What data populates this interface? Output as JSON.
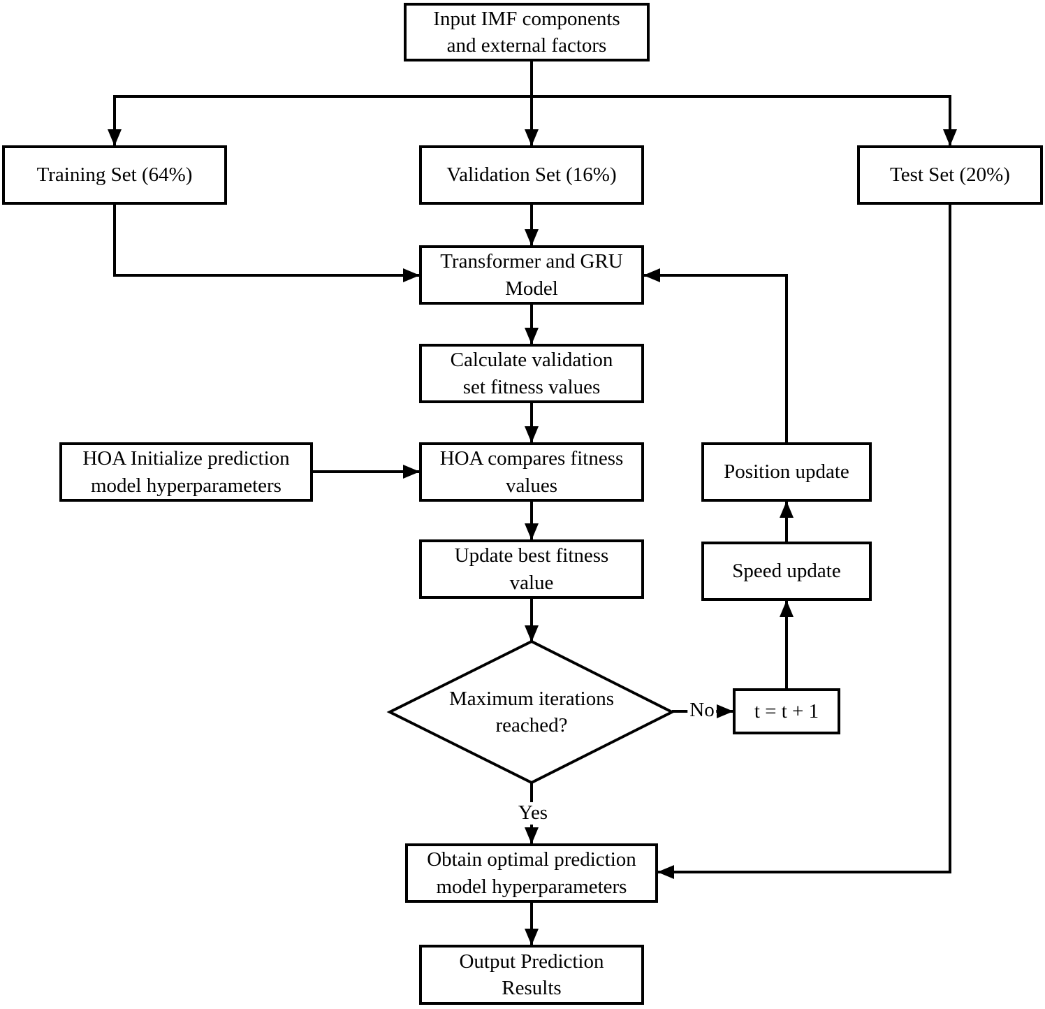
{
  "nodes": {
    "input": {
      "lines": [
        "Input IMF components",
        "and external factors"
      ]
    },
    "training_set": {
      "lines": [
        "Training Set (64%)"
      ]
    },
    "validation_set": {
      "lines": [
        "Validation Set (16%)"
      ]
    },
    "test_set": {
      "lines": [
        "Test Set (20%)"
      ]
    },
    "model": {
      "lines": [
        "Transformer and GRU",
        "Model"
      ]
    },
    "calc_fitness": {
      "lines": [
        "Calculate validation",
        "set fitness values"
      ]
    },
    "hoa_init": {
      "lines": [
        "HOA Initialize prediction",
        "model hyperparameters"
      ]
    },
    "hoa_compare": {
      "lines": [
        "HOA compares fitness",
        "values"
      ]
    },
    "update_best": {
      "lines": [
        "Update best fitness",
        "value"
      ]
    },
    "decision": {
      "lines": [
        "Maximum iterations",
        "reached?"
      ]
    },
    "t_increment": {
      "lines": [
        "t = t + 1"
      ]
    },
    "speed_update": {
      "lines": [
        "Speed update"
      ]
    },
    "position_update": {
      "lines": [
        "Position update"
      ]
    },
    "obtain_optimal": {
      "lines": [
        "Obtain optimal prediction",
        "model hyperparameters"
      ]
    },
    "output": {
      "lines": [
        "Output Prediction",
        "Results"
      ]
    }
  },
  "edge_labels": {
    "no": "No",
    "yes": "Yes"
  },
  "colors": {
    "stroke": "#000000",
    "node_fill": "#ffffff",
    "text": "#000000",
    "background": "#ffffff"
  }
}
